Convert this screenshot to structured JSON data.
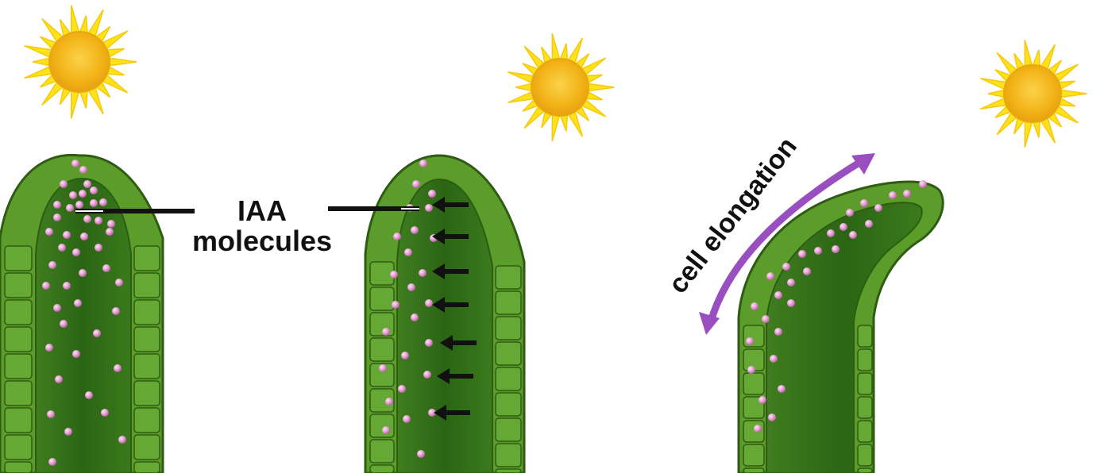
{
  "labels": {
    "iaa_line1": "IAA",
    "iaa_line2": "molecules",
    "cell_elongation": "cell elongation"
  },
  "colors": {
    "background": "#ffffff",
    "sun_core": "#f5b818",
    "sun_rays": "#ffe21a",
    "tissue_outer": "#5c9c2a",
    "tissue_inner": "#2f6a17",
    "cell_fill": "#64a632",
    "cell_border": "#2e5c12",
    "iaa_molecule": "#dc8fc8",
    "arrow_black": "#111111",
    "elongation_arrow": "#9a4fc0"
  },
  "icons": [
    "sun-icon",
    "iaa-molecule-icon",
    "migration-arrow-icon",
    "elongation-arrow-icon"
  ]
}
